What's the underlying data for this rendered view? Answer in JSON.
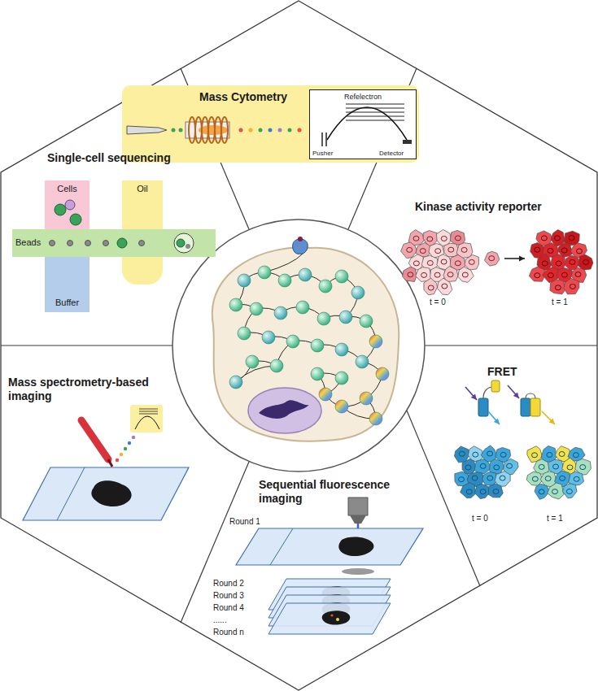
{
  "diagram": {
    "nodes": [
      {
        "text": [
          "Mass Cytometry"
        ]
      },
      {
        "text": [
          "Refelectron",
          "Pusher",
          "Detector"
        ],
        "in": 0
      },
      {
        "text": [
          "Cells"
        ]
      },
      {
        "text": [
          "Oil"
        ]
      },
      {
        "text": [
          "Beads"
        ]
      },
      {
        "text": [
          "Buffer"
        ]
      }
    ],
    "labels": [
      "Single-cell sequencing",
      "Kinase activity reporter",
      "t = 0",
      "t = 1",
      "FRET",
      "t = 0",
      "t = 1",
      "Mass spectrometry-based imaging",
      "Sequential fluorescence imaging",
      "Round 1",
      "Round 2",
      "Round 3",
      "Round 4",
      "......",
      "Round n"
    ]
  }
}
